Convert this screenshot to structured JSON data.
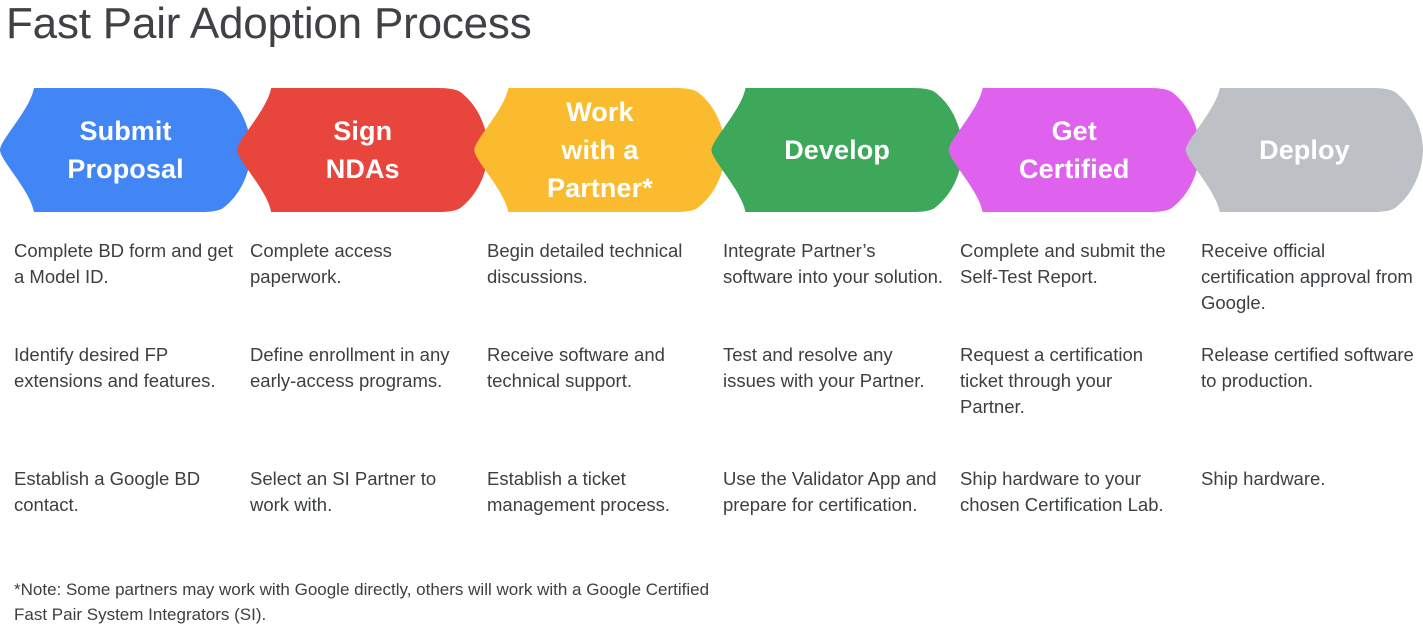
{
  "page": {
    "title": "Fast Pair Adoption Process",
    "title_color": "#3f4144",
    "body_text_color": "#3c4043",
    "background": "#ffffff"
  },
  "banner": {
    "steps": [
      {
        "id": "submit-proposal",
        "lines": [
          "Submit",
          "Proposal"
        ],
        "color": "#4285F4",
        "label_color": "#ffffff"
      },
      {
        "id": "sign-ndas",
        "lines": [
          "Sign",
          "NDAs"
        ],
        "color": "#E8453C",
        "label_color": "#ffffff"
      },
      {
        "id": "work-with-a-partner",
        "lines": [
          "Work",
          "with a",
          "Partner*"
        ],
        "color": "#FABC2E",
        "label_color": "#ffffff"
      },
      {
        "id": "develop",
        "lines": [
          "Develop"
        ],
        "color": "#3DA75A",
        "label_color": "#ffffff"
      },
      {
        "id": "get-certified",
        "lines": [
          "Get",
          "Certified"
        ],
        "color": "#DE62EE",
        "label_color": "#ffffff"
      },
      {
        "id": "deploy",
        "lines": [
          "Deploy"
        ],
        "color": "#BDC1C6",
        "label_color": "#ffffff"
      }
    ]
  },
  "columns": [
    {
      "step": "Submit Proposal",
      "bullets": [
        "Complete BD form and get a Model ID.",
        "Identify desired FP extensions and features.",
        "Establish a Google BD contact."
      ]
    },
    {
      "step": "Sign NDAs",
      "bullets": [
        "Complete access paperwork.",
        "Define enrollment in any early-access programs.",
        "Select an SI Partner to work with."
      ]
    },
    {
      "step": "Work with a Partner*",
      "bullets": [
        "Begin detailed technical discussions.",
        "Receive software and technical support.",
        "Establish a ticket management process."
      ]
    },
    {
      "step": "Develop",
      "bullets": [
        "Integrate Partner’s software into your solution.",
        "Test and resolve any issues with your Partner.",
        "Use the Validator App and prepare for certification."
      ]
    },
    {
      "step": "Get Certified",
      "bullets": [
        "Complete and submit the Self-Test Report.",
        "Request a certification ticket through your Partner.",
        "Ship hardware to your chosen Certification Lab."
      ]
    },
    {
      "step": "Deploy",
      "bullets": [
        "Receive official certification approval from Google.",
        "Release certified software to production.",
        "Ship hardware."
      ]
    }
  ],
  "footnote": "*Note: Some partners may work with Google directly, others will work with a Google Certified Fast Pair System Integrators (SI)."
}
